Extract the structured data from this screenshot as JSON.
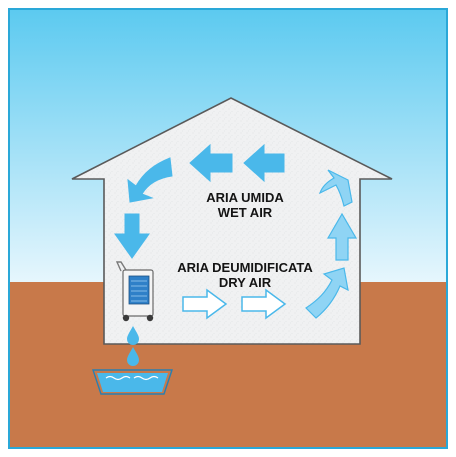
{
  "colors": {
    "frame": "#2aa8d8",
    "sky_top": "#5ccaf0",
    "sky_bottom": "#e6f6fd",
    "ground": "#c8794a",
    "house_fill": "#f0f1f2",
    "house_outline": "#5a5a5a",
    "wet_arrow": "#4ab8ea",
    "wet_arrow_light": "#8fd4f4",
    "dry_arrow_fill": "#ffffff",
    "dry_arrow_stroke": "#4ab8ea",
    "water": "#4ab8ea",
    "text": "#141414"
  },
  "labels": {
    "wet_it": "ARIA UMIDA",
    "wet_en": "WET AIR",
    "dry_it": "ARIA DEUMIDIFICATA",
    "dry_en": "DRY AIR"
  },
  "icons": {
    "dehumidifier": "dehumidifier-unit-icon",
    "water_drop": "water-drop-icon",
    "basin": "water-basin-icon"
  }
}
